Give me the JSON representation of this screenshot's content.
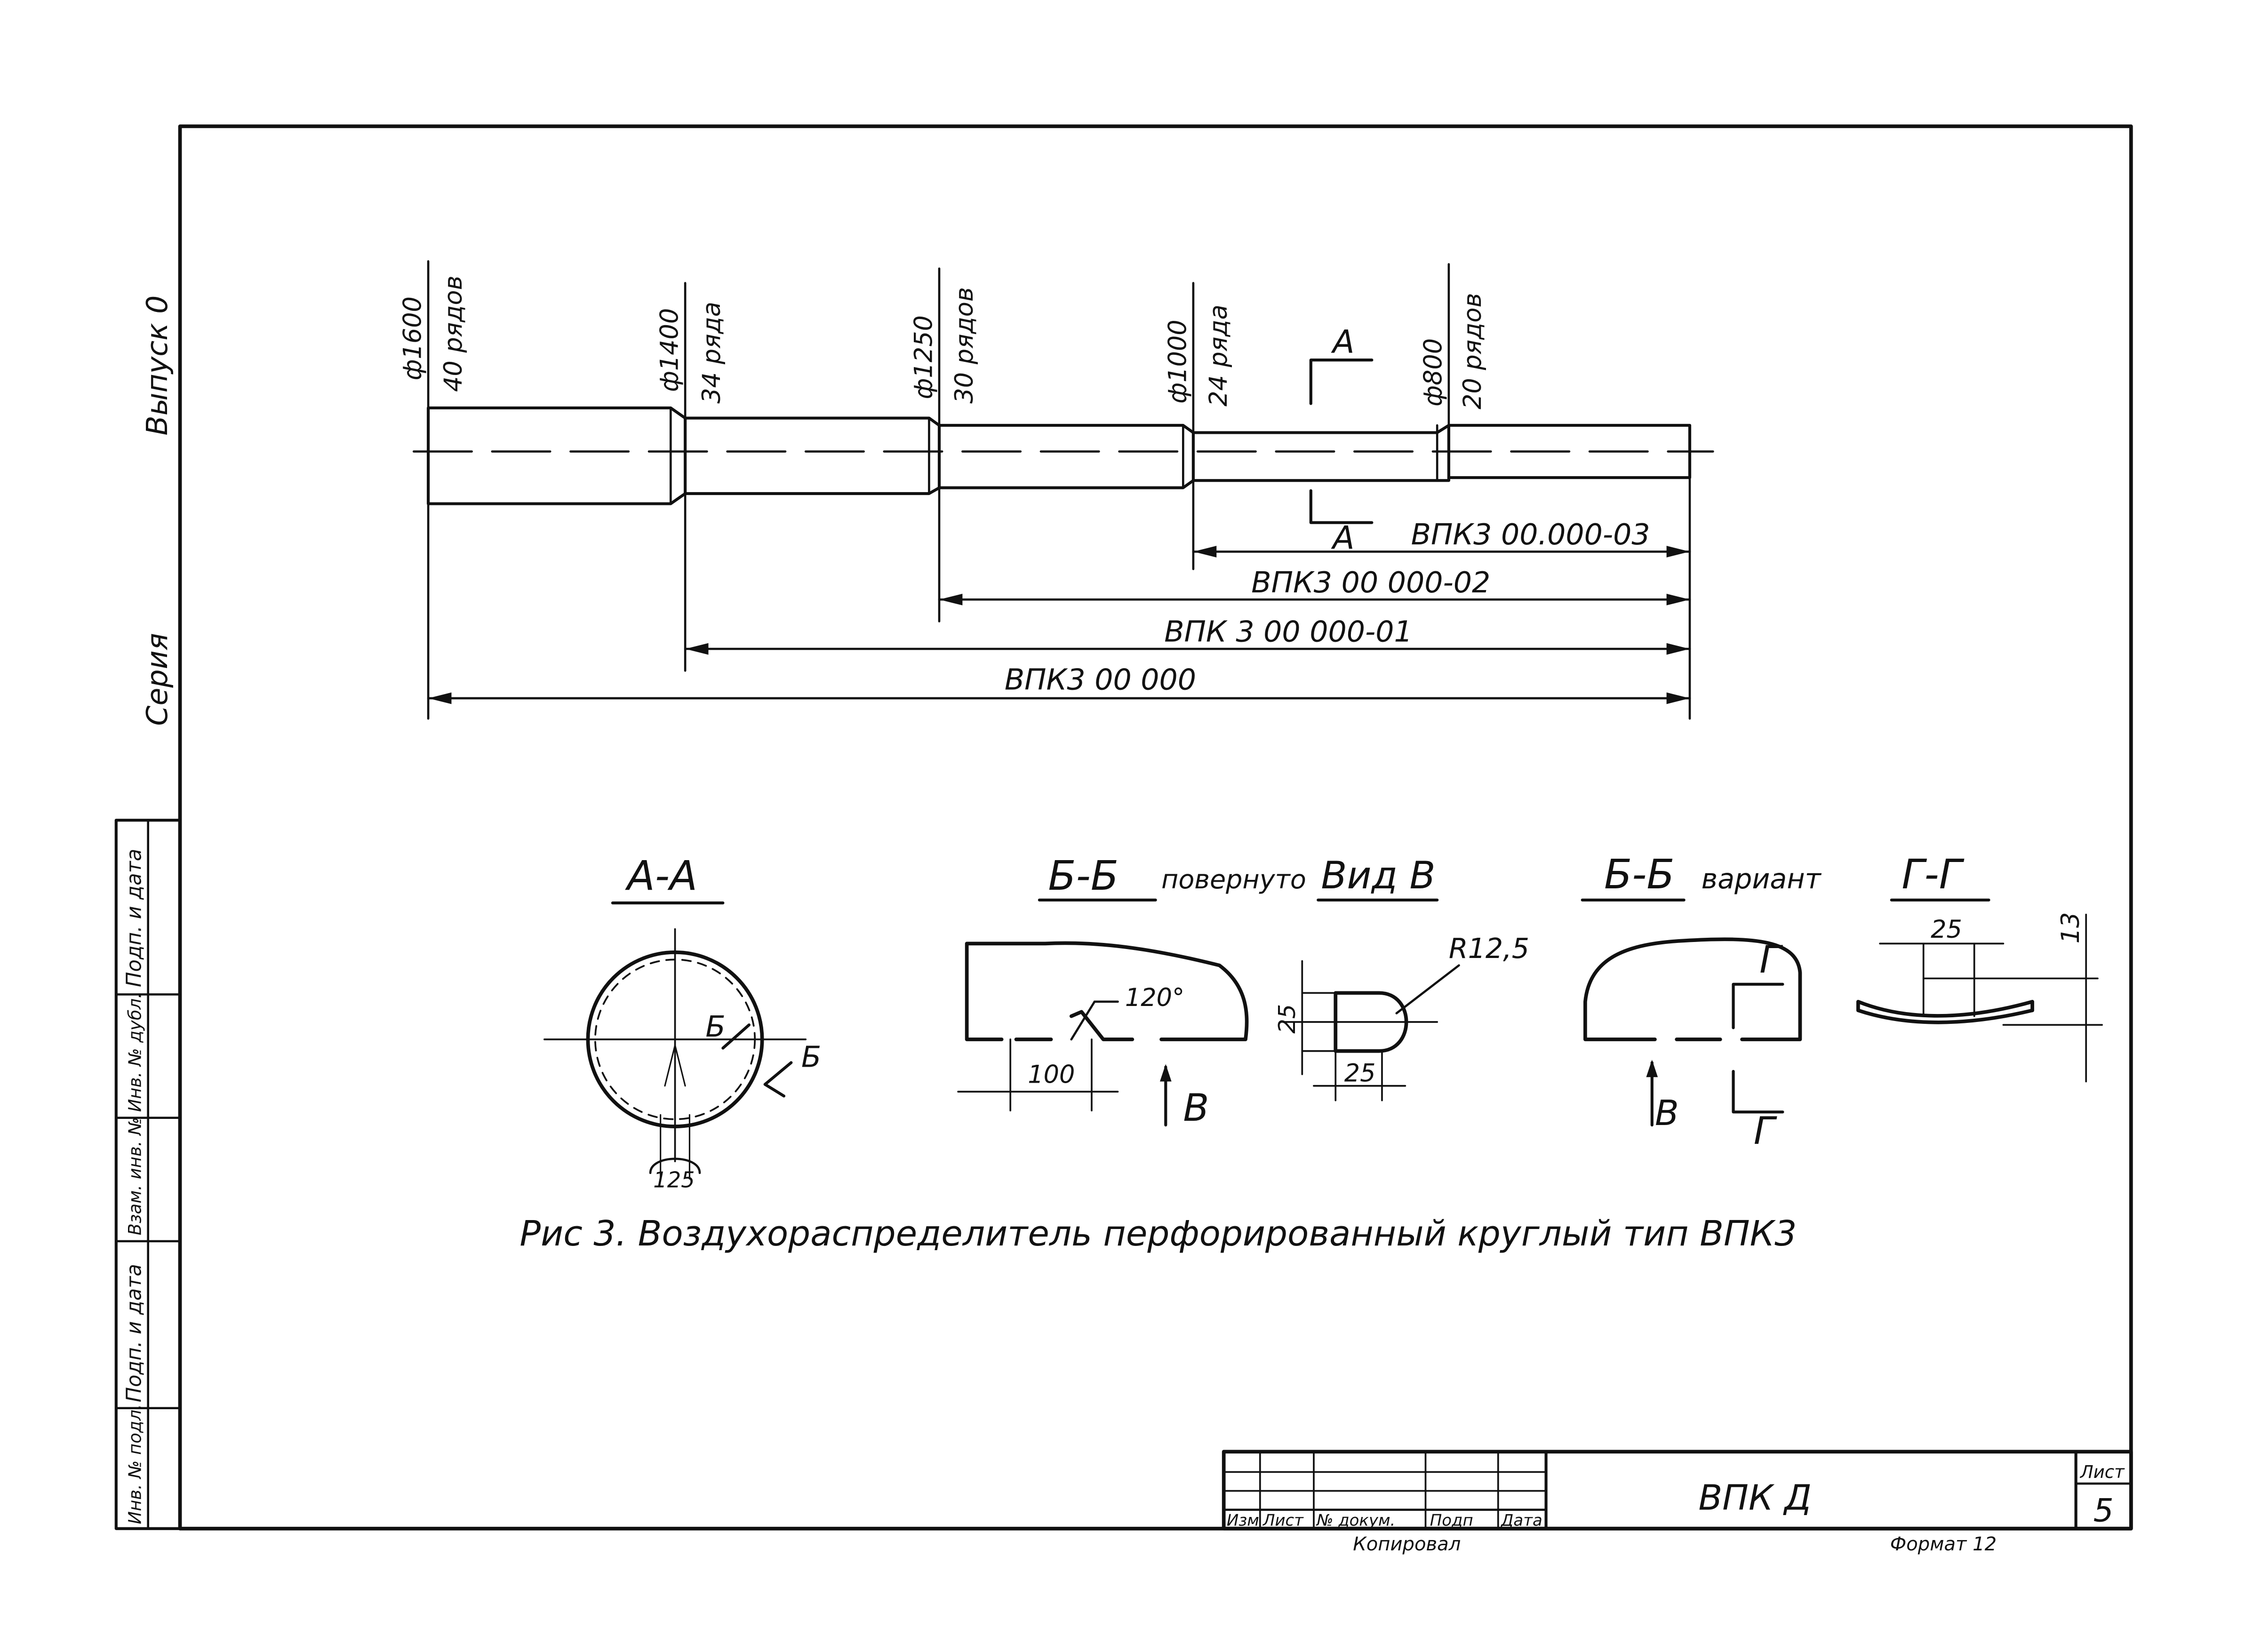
{
  "margin_labels": {
    "issue": "Выпуск 0",
    "series": "Серия",
    "stamp_cells": [
      "Подп. и дата",
      "Инв. № дубл.",
      "Взам. инв. №",
      "Подп. и дата",
      "Инв. № подл."
    ]
  },
  "duct": {
    "sections": [
      {
        "diameter": "ф1600",
        "rows": "40 рядов"
      },
      {
        "diameter": "ф1400",
        "rows": "34 ряда"
      },
      {
        "diameter": "ф1250",
        "rows": "30 рядов"
      },
      {
        "diameter": "ф1000",
        "rows": "24 ряда"
      },
      {
        "diameter": "ф800",
        "rows": "20 рядов"
      }
    ],
    "section_mark": "А",
    "variants": [
      "ВПК3 00.000-03",
      "ВПК3 00 000-02",
      "ВПК 3 00 000-01",
      "ВПК3 00 000"
    ]
  },
  "views": {
    "aa": {
      "title": "А-А",
      "mark_b1": "Б",
      "mark_b2": "Б",
      "dim": "125"
    },
    "bb_rotated": {
      "title": "Б-Б",
      "note": "повернуто",
      "angle": "120°",
      "dim": "100",
      "view_mark": "В"
    },
    "view_b": {
      "title": "Вид В",
      "radius": "R12,5",
      "dim_h": "25",
      "dim_w": "25"
    },
    "bb_variant": {
      "title": "Б-Б",
      "note": "вариант",
      "view_mark": "В",
      "section_mark_1": "Г",
      "section_mark_2": "Г"
    },
    "gg": {
      "title": "Г-Г",
      "dim_w": "25",
      "dim_h": "13"
    }
  },
  "caption": "Рис 3. Воздухораспределитель перфорированный круглый тип ВПК3",
  "title_block": {
    "column_headers": [
      "Изм",
      "Лист",
      "№ докум.",
      "Подп",
      "Дата"
    ],
    "designation": "ВПК Д",
    "sheet_label": "Лист",
    "sheet_number": "5",
    "copied_label": "Копировал",
    "format_label": "Формат 12"
  }
}
